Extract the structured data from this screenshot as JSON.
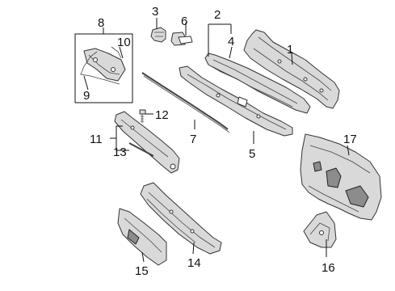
{
  "diagram": {
    "callouts": [
      {
        "id": "1",
        "label": "1"
      },
      {
        "id": "2",
        "label": "2"
      },
      {
        "id": "3",
        "label": "3"
      },
      {
        "id": "4",
        "label": "4"
      },
      {
        "id": "5",
        "label": "5"
      },
      {
        "id": "6",
        "label": "6"
      },
      {
        "id": "7",
        "label": "7"
      },
      {
        "id": "8",
        "label": "8"
      },
      {
        "id": "9",
        "label": "9"
      },
      {
        "id": "10",
        "label": "10"
      },
      {
        "id": "11",
        "label": "11"
      },
      {
        "id": "12",
        "label": "12"
      },
      {
        "id": "13",
        "label": "13"
      },
      {
        "id": "14",
        "label": "14"
      },
      {
        "id": "15",
        "label": "15"
      },
      {
        "id": "16",
        "label": "16"
      },
      {
        "id": "17",
        "label": "17"
      }
    ],
    "colors": {
      "line": "#111111",
      "part_fill": "#d9d9d9",
      "part_dark": "#8c8c8c"
    }
  }
}
